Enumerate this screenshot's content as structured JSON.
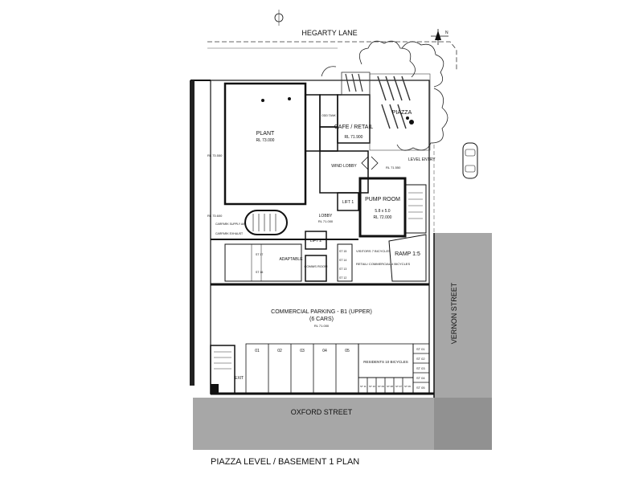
{
  "streets": {
    "north": "HEGARTY LANE",
    "south": "OXFORD STREET",
    "east": "VERNON STREET"
  },
  "plan_title": "PIAZZA LEVEL / BASEMENT 1 PLAN",
  "north_mark": "N",
  "rooms": {
    "plant": "PLANT",
    "plant_rl": "RL 73.000",
    "cafe": "CAFE / RETAIL",
    "cafe_rl": "RL 71.900",
    "piazza": "PIAZZA",
    "wind_lobby": "WIND LOBBY",
    "lift1": "LIFT 1",
    "lift2": "LIFT 2",
    "pump_room": "PUMP ROOM",
    "pump_size": "5.8 x 5.0",
    "pump_rl": "RL 72.000",
    "lobby": "LOBBY",
    "lobby_rl": "RL 71.000",
    "adaptable": "ADAPTABLE",
    "comms_room": "COMMS ROOM",
    "visitors": "VISITORS 7 BICYCLES",
    "retail_bikes": "RETAIL/ COMMERCIAL 4 BICYCLES",
    "ramp": "RAMP 1:5",
    "parking": "COMMERCIAL PARKING - B1 (UPPER)",
    "parking_cars": "(6 CARS)",
    "parking_rl": "RL 71.000",
    "residents": "RESIDENTS 10 BICYCLES",
    "exit": "EXIT",
    "level_entry": "LEVEL ENTRY",
    "rl_left": "RL 73.550",
    "rl_left2": "RL 73.600",
    "rl_entry": "RL 71.550",
    "odd_tank": "ODD TANK",
    "carpark_supply": "CARPARK SUPPLY AIR",
    "carpark_exhaust": "CARPARK EXHAUST"
  },
  "parking_bays": [
    "01",
    "02",
    "03",
    "04",
    "05"
  ],
  "storage_right": [
    "ST 01",
    "ST 02",
    "ST 03",
    "ST 04",
    "ST 05"
  ],
  "storage_bottom": [
    "ST 11",
    "ST 10",
    "ST 09",
    "ST 08",
    "ST 07",
    "ST 06"
  ],
  "storage_mid": [
    "ST 15",
    "ST 14",
    "ST 13",
    "ST 12"
  ],
  "storage_left": [
    "ST 17",
    "ST 16"
  ]
}
